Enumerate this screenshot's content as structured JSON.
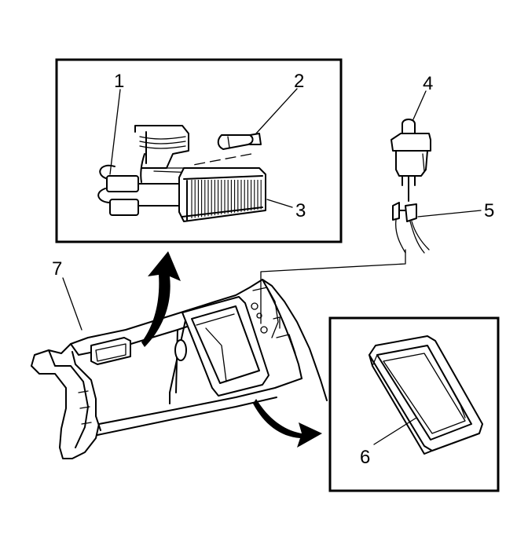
{
  "callouts": {
    "c1": "1",
    "c2": "2",
    "c3": "3",
    "c4": "4",
    "c5": "5",
    "c6": "6",
    "c7": "7"
  },
  "icons": [
    "arrow-up-icon",
    "arrow-down-icon"
  ],
  "colors": {
    "line": "#000000",
    "background": "#ffffff"
  }
}
